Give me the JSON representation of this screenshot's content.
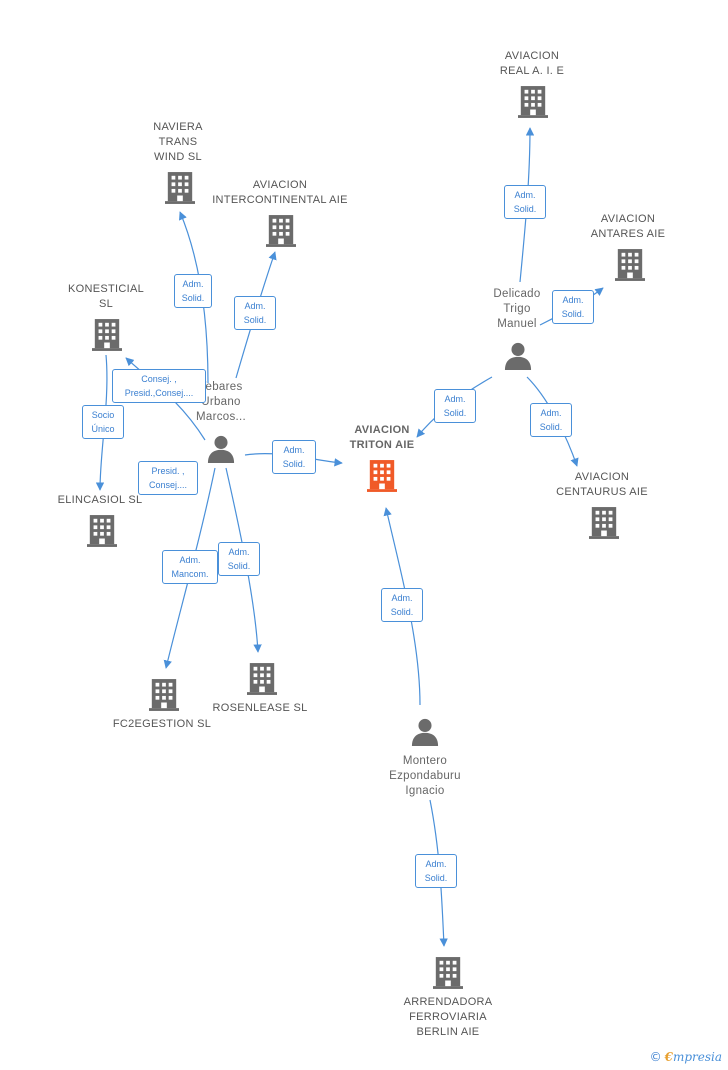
{
  "colors": {
    "edge": "#4a90d9",
    "building": "#6b6b6b",
    "focus_building": "#f05a28",
    "person": "#6b6b6b"
  },
  "nodes": {
    "naviera": {
      "label": "NAVIERA\nTRANS\nWIND SL",
      "icon": "building-icon"
    },
    "intercontinental": {
      "label": "AVIACION\nINTERCONTINENTAL AIE",
      "icon": "building-icon"
    },
    "konesticial": {
      "label": "KONESTICIAL\nSL",
      "icon": "building-icon"
    },
    "elincasiol": {
      "label": "ELINCASIOL SL",
      "icon": "building-icon"
    },
    "fc2egestion": {
      "label": "FC2EGESTION SL",
      "icon": "building-icon"
    },
    "rosenlease": {
      "label": "ROSENLEASE SL",
      "icon": "building-icon"
    },
    "triton": {
      "label": "AVIACION\nTRITON AIE",
      "icon": "building-icon"
    },
    "real": {
      "label": "AVIACION\nREAL A. I. E",
      "icon": "building-icon"
    },
    "antares": {
      "label": "AVIACION\nANTARES AIE",
      "icon": "building-icon"
    },
    "centaurus": {
      "label": "AVIACION\nCENTAURUS AIE",
      "icon": "building-icon"
    },
    "arrendadora": {
      "label": "ARRENDADORA\nFERROVIARIA\nBERLIN AIE",
      "icon": "building-icon"
    },
    "tebares": {
      "label": "Tebares\nUrbano\nMarcos...",
      "icon": "person-icon"
    },
    "delicado": {
      "label": "Delicado\nTrigo\nManuel",
      "icon": "person-icon"
    },
    "montero": {
      "label": "Montero\nEzpondaburu\nIgnacio",
      "icon": "person-icon"
    }
  },
  "edges": {
    "tebares_naviera": "Adm.\nSolid.",
    "tebares_intercontinental": "Adm.\nSolid.",
    "tebares_konesticial": "Consej. ,\nPresid.,Consej....",
    "konesticial_elincasiol": "Socio\nÚnico",
    "tebares_elincasiol": "Presid. ,\nConsej....",
    "tebares_triton": "Adm.\nSolid.",
    "tebares_fc2egestion": "Adm.\nMancom.",
    "tebares_rosenlease": "Adm.\nSolid.",
    "delicado_real": "Adm.\nSolid.",
    "delicado_antares": "Adm.\nSolid.",
    "delicado_triton": "Adm.\nSolid.",
    "delicado_centaurus": "Adm.\nSolid.",
    "montero_triton": "Adm.\nSolid.",
    "montero_arrendadora": "Adm.\nSolid."
  },
  "brand": {
    "copyright": "©",
    "initial": "€",
    "name": "mpresia"
  }
}
